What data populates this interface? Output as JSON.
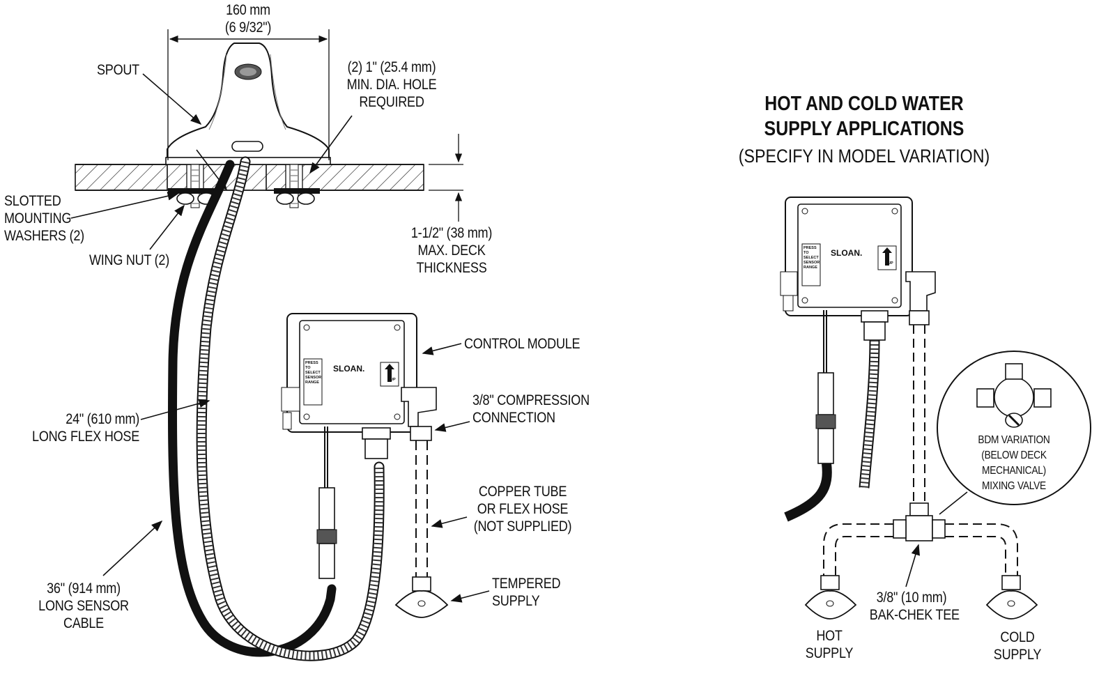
{
  "dimensions": {
    "width_label": "160 mm",
    "width_label_inch": "(6 9/32\")"
  },
  "labels": {
    "spout": "SPOUT",
    "hole": [
      "(2) 1\" (25.4 mm)",
      "MIN. DIA. HOLE",
      "REQUIRED"
    ],
    "washers": [
      "SLOTTED",
      "MOUNTING",
      "WASHERS (2)"
    ],
    "wing_nut": "WING NUT (2)",
    "deck": [
      "1-1/2\" (38 mm)",
      "MAX. DECK",
      "THICKNESS"
    ],
    "control_module": "CONTROL MODULE",
    "compression": [
      "3/8\" COMPRESSION",
      "CONNECTION"
    ],
    "flex_hose": [
      "24\" (610 mm)",
      "LONG FLEX HOSE"
    ],
    "copper": [
      "COPPER TUBE",
      "OR  FLEX HOSE",
      "(NOT SUPPLIED)"
    ],
    "tempered": [
      "TEMPERED",
      "SUPPLY"
    ],
    "sensor_cable": [
      "36\" (914 mm)",
      "LONG SENSOR",
      "CABLE"
    ]
  },
  "right_panel": {
    "title": [
      "HOT AND COLD WATER",
      "SUPPLY APPLICATIONS"
    ],
    "subtitle": "(SPECIFY IN MODEL VARIATION)",
    "bdm": [
      "BDM VARIATION",
      "(BELOW DECK",
      "MECHANICAL)",
      "MIXING VALVE"
    ],
    "tee": [
      "3/8\" (10 mm)",
      "BAK-CHEK TEE"
    ],
    "hot": [
      "HOT",
      "SUPPLY"
    ],
    "cold": [
      "COLD",
      "SUPPLY"
    ]
  },
  "module_panel": {
    "brand": "SLOAN.",
    "button_text": [
      "PRESS",
      "TO",
      "SELECT",
      "SENSOR",
      "RANGE"
    ],
    "up": "UP"
  }
}
